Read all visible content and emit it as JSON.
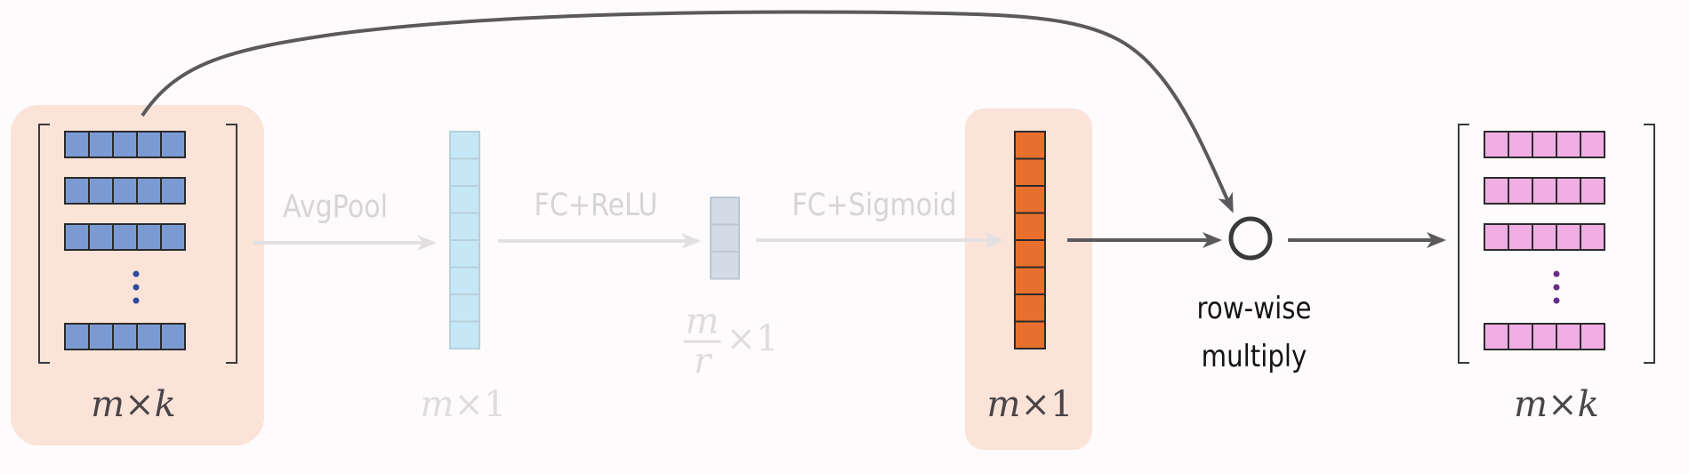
{
  "input_matrix": {
    "label": {
      "base": "m",
      "op": "×",
      "dim": "k"
    },
    "row_color": "#7b9ad3"
  },
  "operations": {
    "avgpool": "AvgPool",
    "fc_relu": "FC+ReLU",
    "fc_sigmoid": "FC+Sigmoid"
  },
  "pooled_vector": {
    "label": {
      "base": "m",
      "op": "×",
      "dim": "1"
    },
    "color": "#c6e8f6"
  },
  "reduced_vector": {
    "label": {
      "num": "m",
      "den": "r",
      "op": "×",
      "dim": "1"
    },
    "color": "#d2dbe6"
  },
  "attention_vector": {
    "label": {
      "base": "m",
      "op": "×",
      "dim": "1"
    },
    "color": "#e8702f"
  },
  "multiply": {
    "caption_line1": "row-wise",
    "caption_line2": "multiply"
  },
  "output_matrix": {
    "label": {
      "base": "m",
      "op": "×",
      "dim": "k"
    },
    "row_color": "#f0aee3"
  },
  "colors": {
    "highlight": "#fbe3d8",
    "arrow_dark": "#5b595b",
    "arrow_faint": "#e2e0e2",
    "dots_blue": "#2f4a9a",
    "dots_purple": "#6a2c8a"
  }
}
